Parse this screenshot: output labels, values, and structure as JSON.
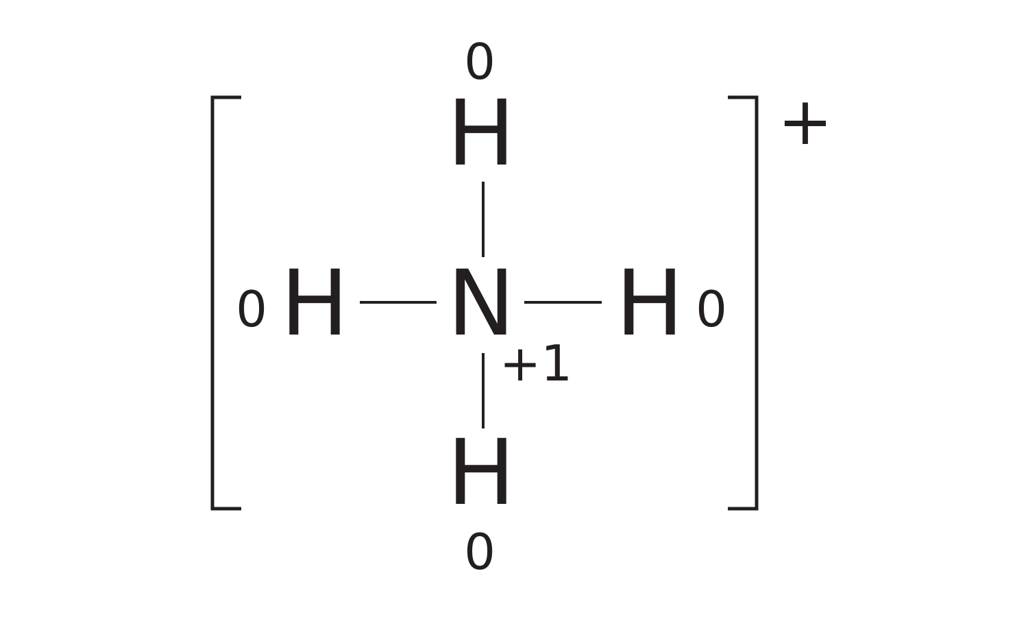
{
  "molecule": {
    "central_atom": {
      "symbol": "N",
      "oxidation_state": "+1"
    },
    "hydrogens": [
      {
        "position": "top",
        "symbol": "H",
        "oxidation_state": "0"
      },
      {
        "position": "left",
        "symbol": "H",
        "oxidation_state": "0"
      },
      {
        "position": "right",
        "symbol": "H",
        "oxidation_state": "0"
      },
      {
        "position": "bottom",
        "symbol": "H",
        "oxidation_state": "0"
      }
    ],
    "ion_charge": "+"
  },
  "colors": {
    "ink": "#231f20",
    "background": "#ffffff"
  }
}
